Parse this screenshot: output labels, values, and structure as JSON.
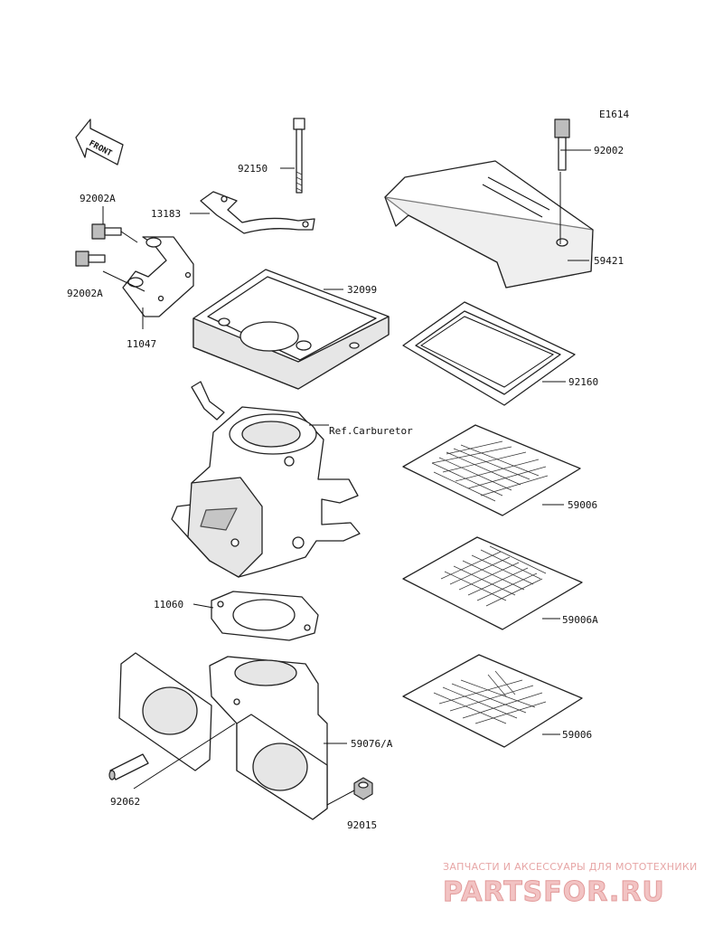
{
  "diagram": {
    "code": "E1614",
    "front_label": "FRONT",
    "labels": {
      "p92002_top": "92002",
      "p59421": "59421",
      "p92150": "92150",
      "p13183": "13183",
      "p92002A_a": "92002A",
      "p92002A_b": "92002A",
      "p32099": "32099",
      "p11047": "11047",
      "p92160": "92160",
      "ref_carb": "Ref.Carburetor",
      "p59006_a": "59006",
      "p59006A": "59006A",
      "p59006_b": "59006",
      "p11060": "11060",
      "p59076A": "59076/A",
      "p92062": "92062",
      "p92015": "92015"
    }
  },
  "watermark": {
    "tagline": "ЗАПЧАСТИ И АКСЕССУАРЫ ДЛЯ МОТОТЕХНИКИ",
    "brand": "PARTSFOR.RU"
  }
}
